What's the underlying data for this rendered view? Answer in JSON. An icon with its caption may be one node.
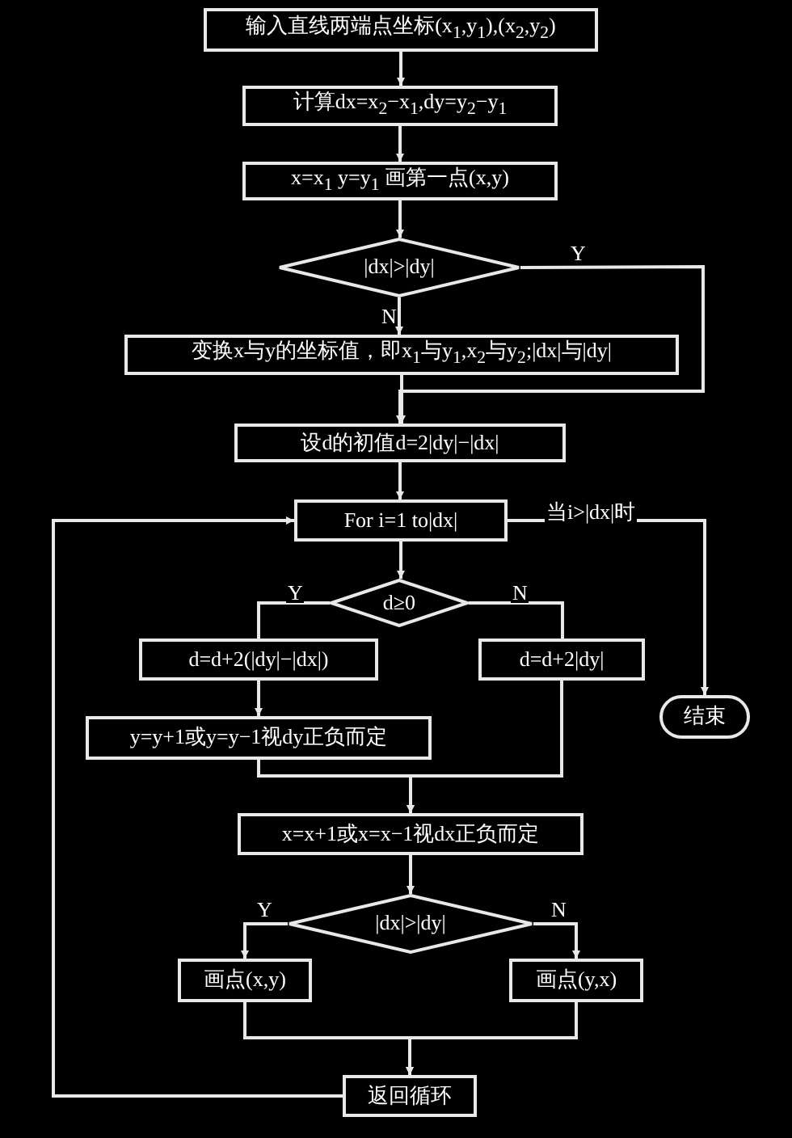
{
  "diagram": {
    "nodes": [
      {
        "text": [
          "输入直线两端点坐标(x$_{1}$,y$_{1}$),(x$_{2}$,y$_{2}$)"
        ]
      },
      {
        "text": [
          "计算dx=x$_{2}$−x$_{1}$,dy=y$_{2}$−y$_{1}$"
        ]
      },
      {
        "text": [
          "x=x$_{1}$ y=y$_{1}$ 画第一点(x,y)"
        ]
      },
      {
        "text": [
          "|dx|>|dy|"
        ]
      },
      {
        "text": [
          "变换x与y的坐标值，即x$_{1}$与y$_{1}$,x$_{2}$与y$_{2}$;|dx|与|dy|"
        ]
      },
      {
        "text": [
          "设d的初值d=2|dy|−|dx|"
        ]
      },
      {
        "text": [
          "For i=1 to|dx|"
        ]
      },
      {
        "text": [
          "d≥0"
        ]
      },
      {
        "text": [
          "d=d+2(|dy|−|dx|)"
        ]
      },
      {
        "text": [
          "d=d+2|dy|"
        ]
      },
      {
        "text": [
          "y=y+1或y=y−1视dy正负而定"
        ]
      },
      {
        "text": [
          "结束"
        ]
      },
      {
        "text": [
          "x=x+1或x=x−1视dx正负而定"
        ]
      },
      {
        "text": [
          "|dx|>|dy|"
        ]
      },
      {
        "text": [
          "画点(x,y)"
        ]
      },
      {
        "text": [
          "画点(y,x)"
        ]
      },
      {
        "text": [
          "返回循环"
        ]
      }
    ],
    "edges": [
      {
        "from": 0,
        "to": 1,
        "arrow": "to"
      },
      {
        "from": 1,
        "to": 2,
        "arrow": "to"
      },
      {
        "from": 2,
        "to": 3,
        "arrow": "to"
      },
      {
        "from": 3,
        "to": 5,
        "arrow": "to",
        "label": "Y"
      },
      {
        "from": 3,
        "to": 4,
        "arrow": "to",
        "label": "N"
      },
      {
        "from": 4,
        "to": 5,
        "arrow": "to"
      },
      {
        "from": 5,
        "to": 6,
        "arrow": "to"
      },
      {
        "from": 6,
        "to": 11,
        "arrow": "to",
        "label": "当i>|dx|时"
      },
      {
        "from": 6,
        "to": 7,
        "arrow": "to"
      },
      {
        "from": 7,
        "to": 8,
        "arrow": "none",
        "label": "Y"
      },
      {
        "from": 7,
        "to": 9,
        "arrow": "none",
        "label": "N"
      },
      {
        "from": 8,
        "to": 10,
        "arrow": "to"
      },
      {
        "from": 10,
        "to": 12,
        "arrow": "to"
      },
      {
        "from": 9,
        "to": 12,
        "arrow": "to"
      },
      {
        "from": 12,
        "to": 13,
        "arrow": "to"
      },
      {
        "from": 13,
        "to": 14,
        "arrow": "to",
        "label": "Y"
      },
      {
        "from": 13,
        "to": 15,
        "arrow": "to",
        "label": "N"
      },
      {
        "from": 14,
        "to": 16,
        "arrow": "to"
      },
      {
        "from": 15,
        "to": 16,
        "arrow": "to"
      },
      {
        "from": 16,
        "to": 6,
        "arrow": "to"
      }
    ]
  }
}
